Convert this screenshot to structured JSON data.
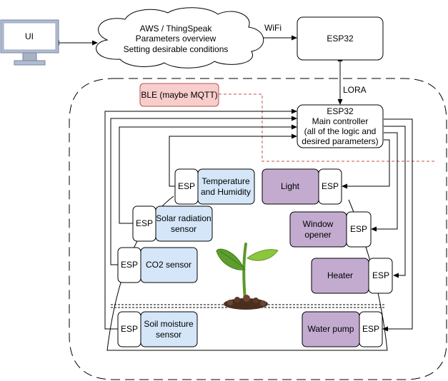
{
  "colors": {
    "sensor_fill": "#d4e6f8",
    "actuator_fill": "#c3abd0",
    "ble_fill": "#f8cecc",
    "ble_stroke": "#b85450",
    "ble_line": "#c0504d",
    "stroke": "#000000"
  },
  "ui": {
    "label": "UI"
  },
  "cloud": {
    "line1": "AWS / ThingSpeak",
    "line2": "Parameters overview",
    "line3": "Setting desirable conditions"
  },
  "wifi_label": "WiFi",
  "esp32_top": {
    "label": "ESP32"
  },
  "lora_label": "LORA",
  "ble": {
    "label": "BLE (maybe MQTT)"
  },
  "main_controller": {
    "line1": "ESP32",
    "line2": "Main controller",
    "line3": "(all of the logic and",
    "line4": "desired parameters)"
  },
  "esp_label": "ESP",
  "sensors": {
    "temp_humidity": {
      "line1": "Temperature",
      "line2": "and Humidity"
    },
    "solar": {
      "line1": "Solar radiation",
      "line2": "sensor"
    },
    "co2": {
      "label": "CO2 sensor"
    },
    "soil": {
      "line1": "Soil moisture",
      "line2": "sensor"
    }
  },
  "actuators": {
    "light": {
      "label": "Light"
    },
    "window": {
      "line1": "Window",
      "line2": "opener"
    },
    "heater": {
      "label": "Heater"
    },
    "pump": {
      "label": "Water pump"
    }
  },
  "icons": {
    "plant": "plant-icon",
    "monitor": "monitor-icon"
  }
}
